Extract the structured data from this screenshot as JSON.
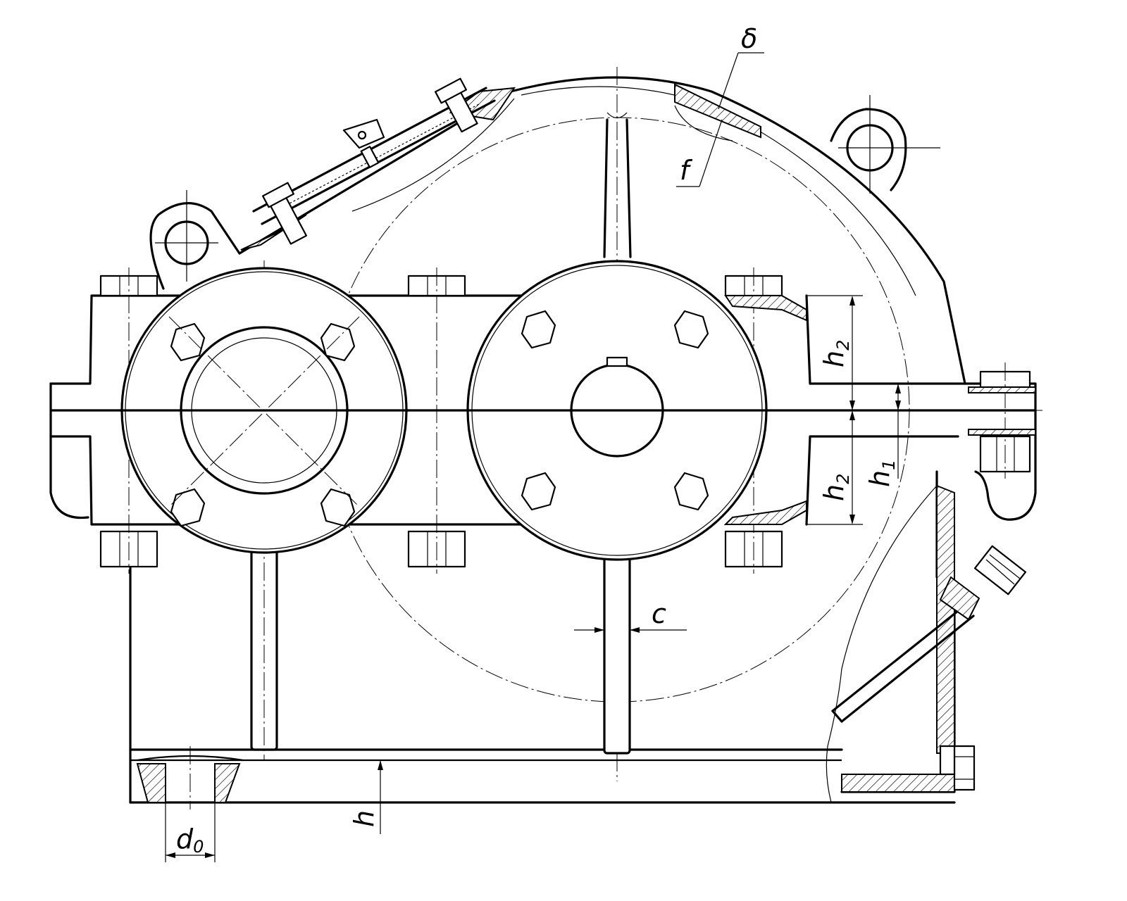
{
  "labels": {
    "delta": "δ",
    "f": "f",
    "h2_upper": {
      "base": "h",
      "sub": "2"
    },
    "h2_lower": {
      "base": "h",
      "sub": "2"
    },
    "h1": {
      "base": "h",
      "sub": "1"
    },
    "c": "c",
    "h": "h",
    "d0": {
      "base": "d",
      "sub": "0"
    }
  }
}
